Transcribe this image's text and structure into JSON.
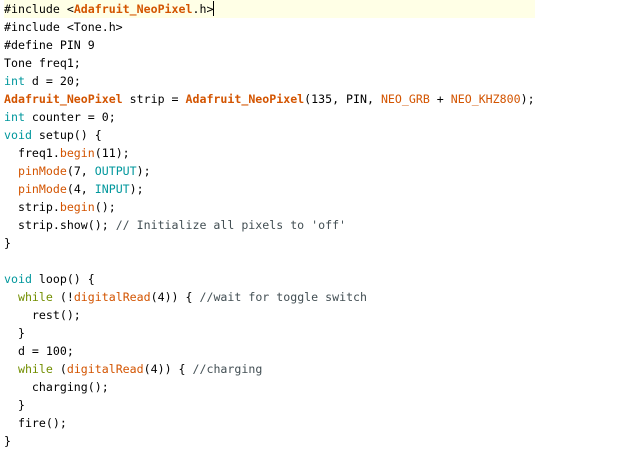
{
  "colors": {
    "text": "#000000",
    "keyword": "#728e00",
    "type": "#00979c",
    "function": "#d35400",
    "library": "#d35400",
    "constant": "#00979c",
    "comment": "#434f54",
    "current_line": "#ffffe6"
  },
  "cursor": {
    "line": 0
  },
  "code_lines": [
    [
      {
        "t": "#include <",
        "c": "text"
      },
      {
        "t": "Adafruit_NeoPixel",
        "c": "library-bold"
      },
      {
        "t": ".h>",
        "c": "text"
      }
    ],
    [
      {
        "t": "#include <Tone.h>",
        "c": "text"
      }
    ],
    [
      {
        "t": "#define PIN 9",
        "c": "text"
      }
    ],
    [
      {
        "t": "Tone freq1;",
        "c": "text"
      }
    ],
    [
      {
        "t": "int",
        "c": "type"
      },
      {
        "t": " d = 20;",
        "c": "text"
      }
    ],
    [
      {
        "t": "Adafruit_NeoPixel",
        "c": "library-bold"
      },
      {
        "t": " strip = ",
        "c": "text"
      },
      {
        "t": "Adafruit_NeoPixel",
        "c": "library-bold"
      },
      {
        "t": "(135, PIN, ",
        "c": "text"
      },
      {
        "t": "NEO_GRB",
        "c": "library"
      },
      {
        "t": " + ",
        "c": "text"
      },
      {
        "t": "NEO_KHZ800",
        "c": "library"
      },
      {
        "t": ");",
        "c": "text"
      }
    ],
    [
      {
        "t": "int",
        "c": "type"
      },
      {
        "t": " counter = 0;",
        "c": "text"
      }
    ],
    [
      {
        "t": "void",
        "c": "type"
      },
      {
        "t": " setup() {",
        "c": "text"
      }
    ],
    [
      {
        "t": "  freq1.",
        "c": "text"
      },
      {
        "t": "begin",
        "c": "function"
      },
      {
        "t": "(11);",
        "c": "text"
      }
    ],
    [
      {
        "t": "  ",
        "c": "text"
      },
      {
        "t": "pinMode",
        "c": "function"
      },
      {
        "t": "(7, ",
        "c": "text"
      },
      {
        "t": "OUTPUT",
        "c": "constant"
      },
      {
        "t": ");",
        "c": "text"
      }
    ],
    [
      {
        "t": "  ",
        "c": "text"
      },
      {
        "t": "pinMode",
        "c": "function"
      },
      {
        "t": "(4, ",
        "c": "text"
      },
      {
        "t": "INPUT",
        "c": "constant"
      },
      {
        "t": ");",
        "c": "text"
      }
    ],
    [
      {
        "t": "  strip.",
        "c": "text"
      },
      {
        "t": "begin",
        "c": "function"
      },
      {
        "t": "();",
        "c": "text"
      }
    ],
    [
      {
        "t": "  strip.show(); ",
        "c": "text"
      },
      {
        "t": "// Initialize all pixels to 'off'",
        "c": "comment"
      }
    ],
    [
      {
        "t": "}",
        "c": "text"
      }
    ],
    [],
    [
      {
        "t": "void",
        "c": "type"
      },
      {
        "t": " loop() {",
        "c": "text"
      }
    ],
    [
      {
        "t": "  ",
        "c": "text"
      },
      {
        "t": "while",
        "c": "keyword"
      },
      {
        "t": " (!",
        "c": "text"
      },
      {
        "t": "digitalRead",
        "c": "function"
      },
      {
        "t": "(4)) { ",
        "c": "text"
      },
      {
        "t": "//wait for toggle switch",
        "c": "comment"
      }
    ],
    [
      {
        "t": "    rest();",
        "c": "text"
      }
    ],
    [
      {
        "t": "  }",
        "c": "text"
      }
    ],
    [
      {
        "t": "  d = 100;",
        "c": "text"
      }
    ],
    [
      {
        "t": "  ",
        "c": "text"
      },
      {
        "t": "while",
        "c": "keyword"
      },
      {
        "t": " (",
        "c": "text"
      },
      {
        "t": "digitalRead",
        "c": "function"
      },
      {
        "t": "(4)) { ",
        "c": "text"
      },
      {
        "t": "//charging",
        "c": "comment"
      }
    ],
    [
      {
        "t": "    charging();",
        "c": "text"
      }
    ],
    [
      {
        "t": "  }",
        "c": "text"
      }
    ],
    [
      {
        "t": "  fire();",
        "c": "text"
      }
    ],
    [
      {
        "t": "}",
        "c": "text"
      }
    ]
  ]
}
